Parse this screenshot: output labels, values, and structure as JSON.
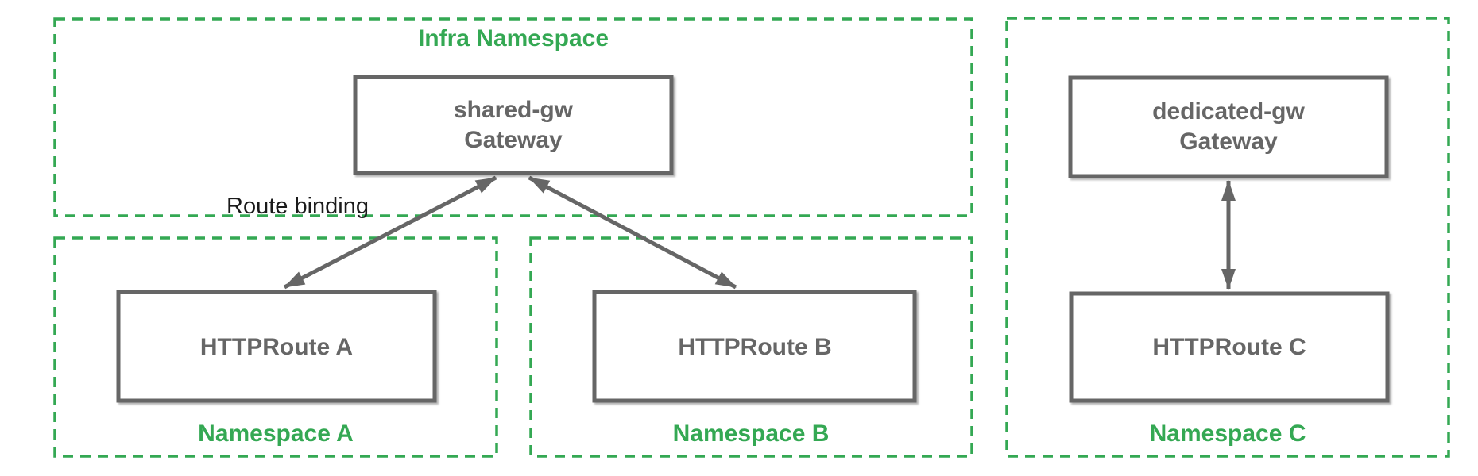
{
  "colors": {
    "green": "#34A853",
    "gray": "#666666",
    "black": "#1a1a1a",
    "background": "#ffffff"
  },
  "containers": {
    "infra": {
      "label": "Infra Namespace"
    },
    "ns_a": {
      "label": "Namespace A"
    },
    "ns_b": {
      "label": "Namespace B"
    },
    "ns_c": {
      "label": "Namespace C"
    }
  },
  "nodes": {
    "shared_gw": {
      "line1": "shared-gw",
      "line2": "Gateway"
    },
    "dedicated_gw": {
      "line1": "dedicated-gw",
      "line2": "Gateway"
    },
    "route_a": {
      "label": "HTTPRoute A"
    },
    "route_b": {
      "label": "HTTPRoute B"
    },
    "route_c": {
      "label": "HTTPRoute C"
    }
  },
  "annotations": {
    "route_binding": "Route binding"
  }
}
